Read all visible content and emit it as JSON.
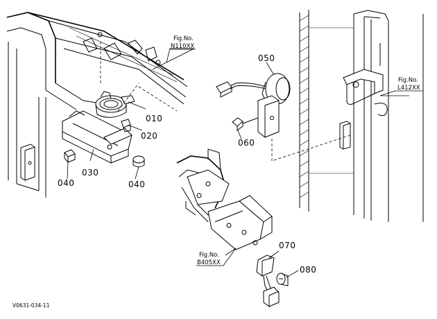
{
  "parts": {
    "p010": "010",
    "p020": "020",
    "p030": "030",
    "p040a": "040",
    "p040b": "040",
    "p050": "050",
    "p060": "060",
    "p070": "070",
    "p080": "080"
  },
  "fig_refs": {
    "n110": {
      "line1": "Fig.No.",
      "line2": "N110XX"
    },
    "l412": {
      "line1": "Fig.No.",
      "line2": "L412XX"
    },
    "b405": {
      "line1": "Fig.No.",
      "line2": "B405XX"
    }
  },
  "drawing_code": "V0631-034-11"
}
